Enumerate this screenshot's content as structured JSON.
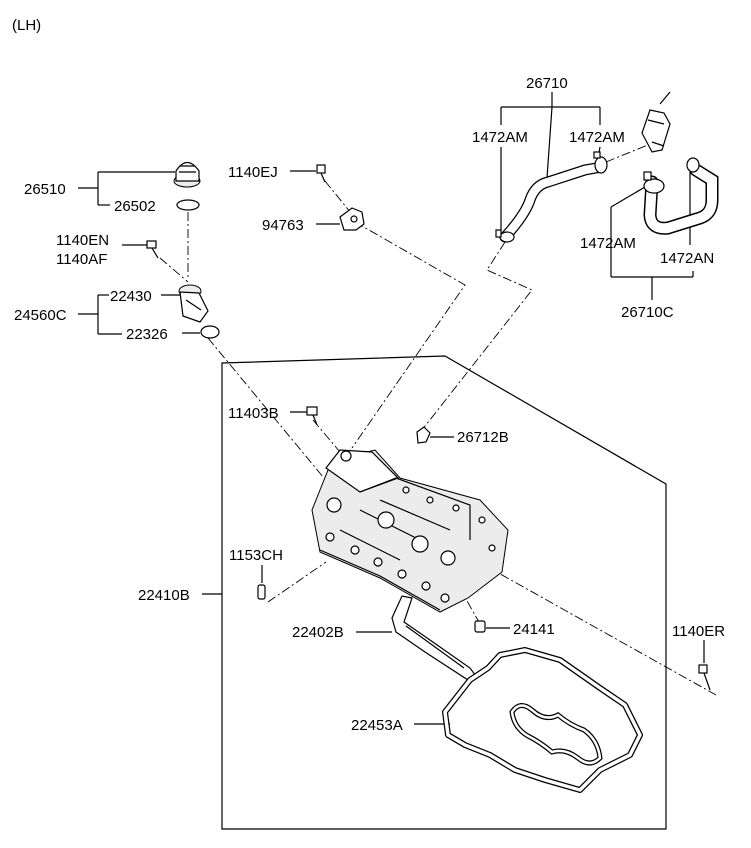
{
  "side_label": "(LH)",
  "labels": {
    "p26510": "26510",
    "p26502": "26502",
    "p1140EJ": "1140EJ",
    "p94763": "94763",
    "p1140EN": "1140EN",
    "p1140AF": "1140AF",
    "p22430": "22430",
    "p24560C": "24560C",
    "p22326": "22326",
    "p26710": "26710",
    "p1472AM_a": "1472AM",
    "p1472AM_b": "1472AM",
    "p1472AM_c": "1472AM",
    "p1472AN": "1472AN",
    "p26710C": "26710C",
    "p11403B": "11403B",
    "p26712B": "26712B",
    "p1153CH": "1153CH",
    "p22410B": "22410B",
    "p22402B": "22402B",
    "p24141": "24141",
    "p1140ER": "1140ER",
    "p22453A": "22453A"
  }
}
